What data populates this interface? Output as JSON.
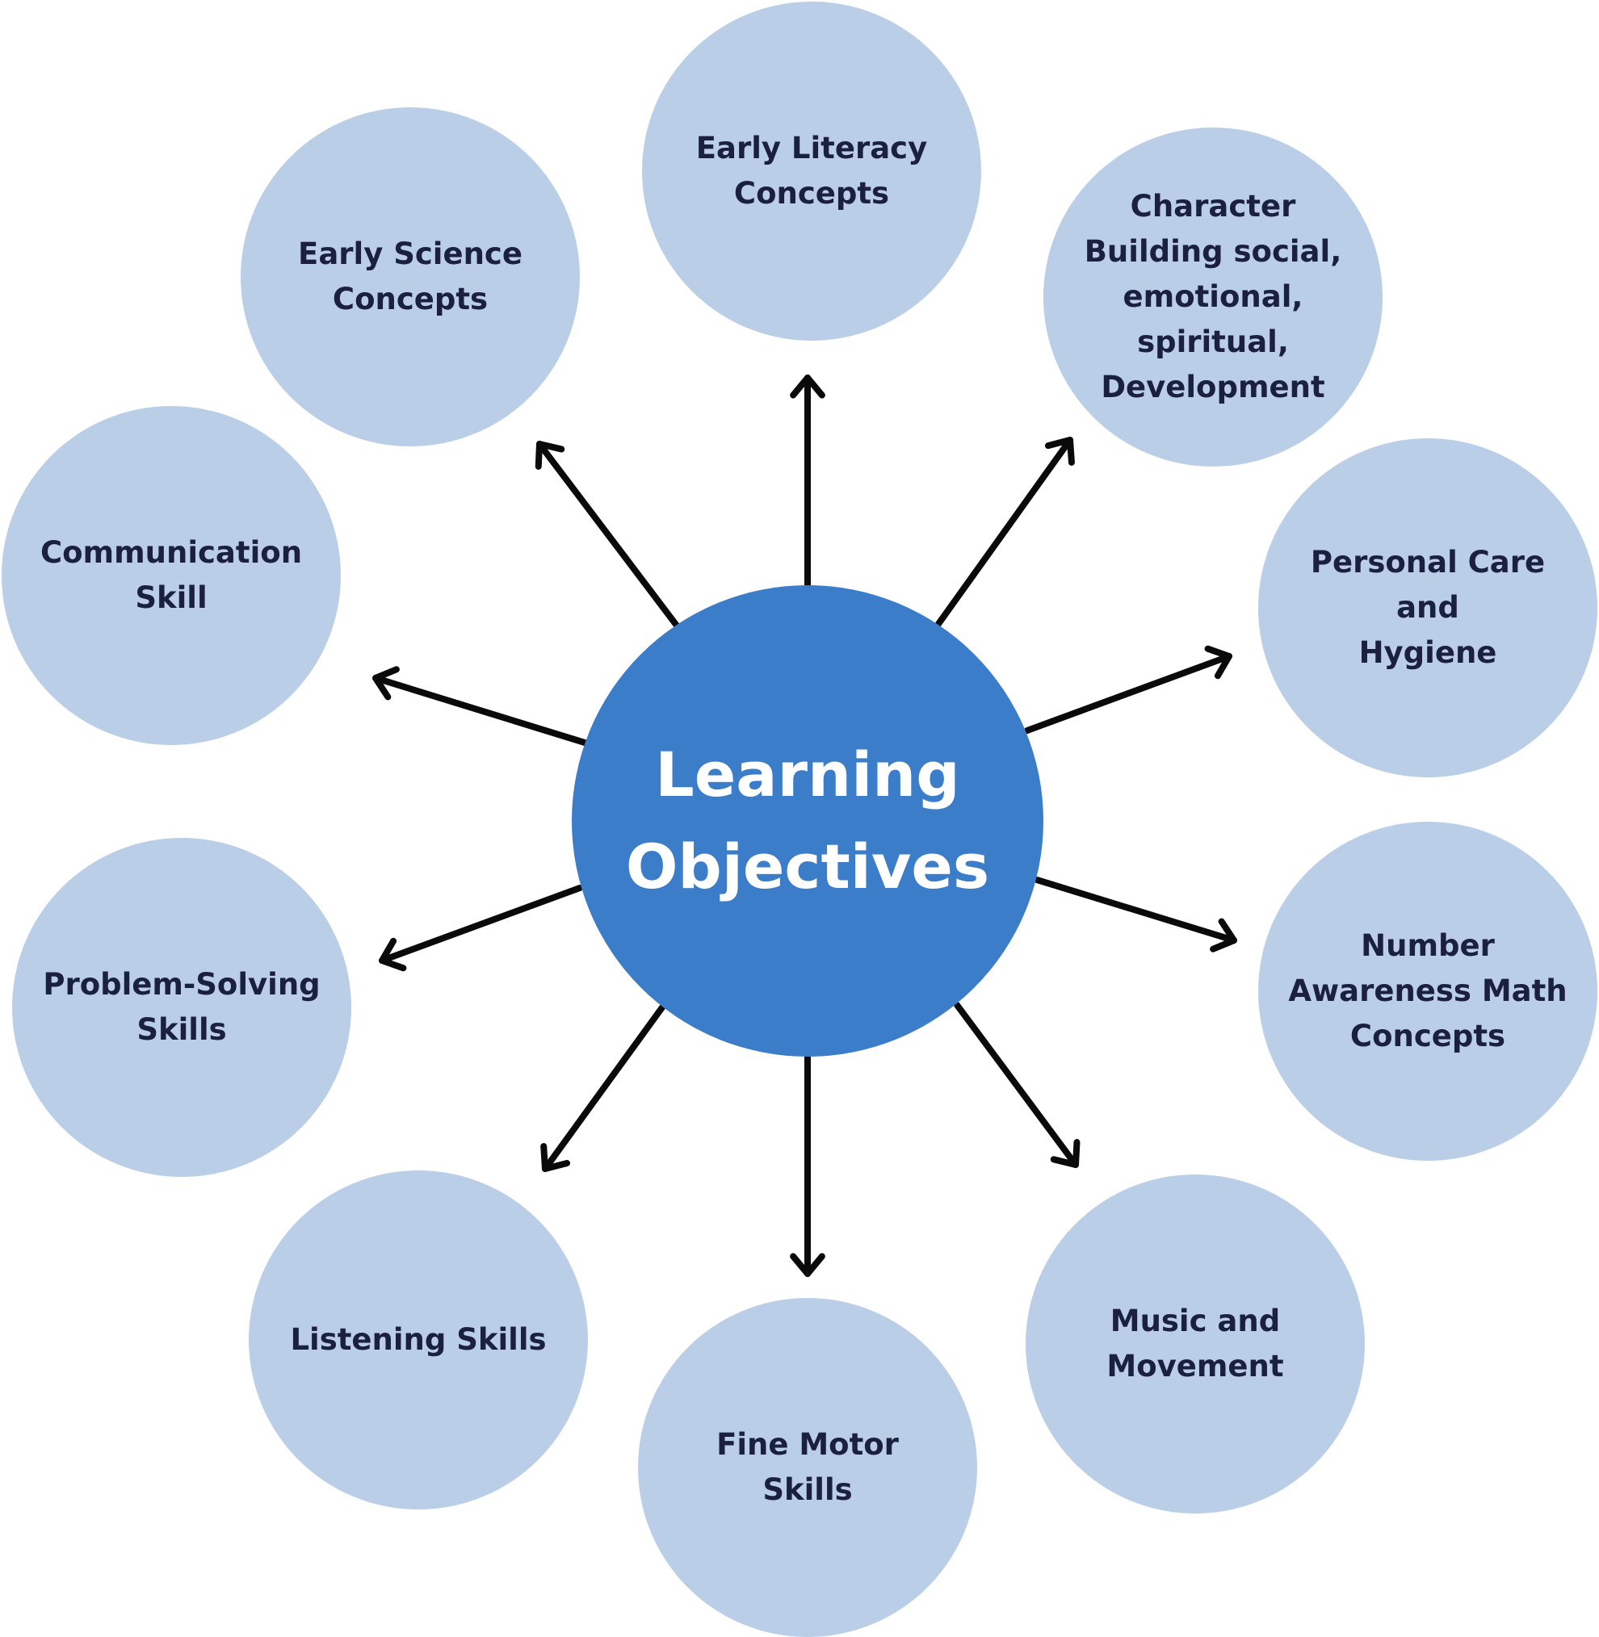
{
  "colors": {
    "node_fill": "#bacee8",
    "center_fill": "#3b7dc8",
    "node_text": "#1b2040",
    "center_text": "#ffffff",
    "arrow": "#0a0a0a"
  },
  "center": {
    "label": "Learning\nObjectives"
  },
  "nodes": [
    {
      "label": "Early Literacy\nConcepts"
    },
    {
      "label": "Character\nBuilding social,\nemotional,\nspiritual,\nDevelopment"
    },
    {
      "label": "Personal Care and\nHygiene"
    },
    {
      "label": "Number\nAwareness Math\nConcepts"
    },
    {
      "label": "Music and\nMovement"
    },
    {
      "label": "Fine Motor\nSkills"
    },
    {
      "label": "Listening Skills"
    },
    {
      "label": "Problem-Solving\nSkills"
    },
    {
      "label": "Communication\nSkill"
    },
    {
      "label": "Early Science\nConcepts"
    }
  ]
}
